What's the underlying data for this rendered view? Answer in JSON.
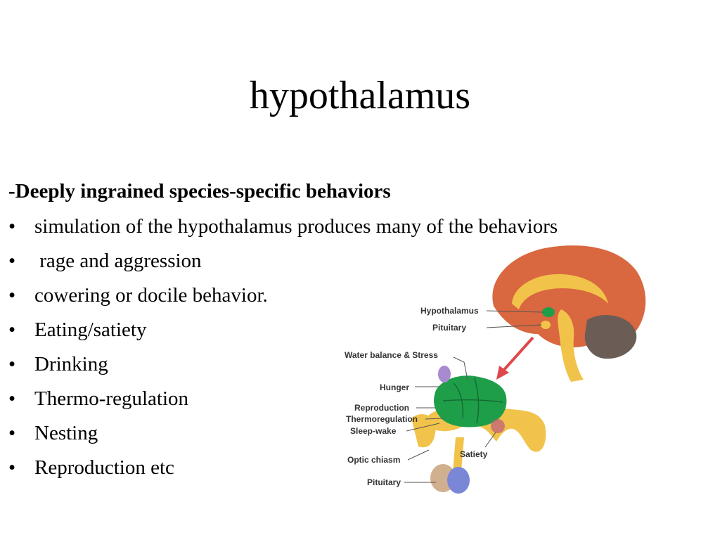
{
  "slide": {
    "title": "hypothalamus",
    "subheading": "-Deeply ingrained species-specific behaviors",
    "bullet_glyph": "•",
    "bullets": [
      "simulation of the hypothalamus produces many of the behaviors",
      " rage and aggression",
      "cowering or docile behavior.",
      "Eating/satiety",
      "Drinking",
      "Thermo-regulation",
      "Nesting",
      "Reproduction etc"
    ]
  },
  "diagram": {
    "brain_labels": {
      "hypothalamus": "Hypothalamus",
      "pituitary": "Pituitary"
    },
    "detail_labels": {
      "water_balance": "Water balance & Stress",
      "hunger": "Hunger",
      "reproduction": "Reproduction",
      "thermoregulation": "Thermoregulation",
      "sleep_wake": "Sleep-wake",
      "optic_chiasm": "Optic chiasm",
      "satiety": "Satiety",
      "pituitary": "Pituitary"
    },
    "colors": {
      "cortex": "#d9673f",
      "inner_brain": "#f2c34a",
      "cerebellum": "#6b5d55",
      "hypothalamus": "#1f9e4a",
      "pointer_arrow": "#e0474c",
      "pituitary_lobe": "#7a86d6",
      "nucleus_purple": "#a78ad0"
    }
  }
}
